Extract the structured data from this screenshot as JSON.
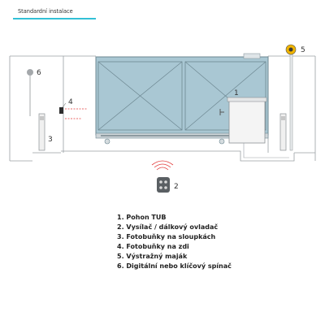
{
  "header": {
    "title": "Standardní instalace"
  },
  "callouts": [
    "1",
    "2",
    "3",
    "4",
    "5",
    "6"
  ],
  "legend": [
    "1.  Pohon TUB",
    "2.  Vysílač / dálkový ovladač",
    "3.  Fotobuňky na sloupkách",
    "4.  Fotobuňky na zdi",
    "5.  Výstražný maják",
    "6.  Digitální nebo klíčový spínač"
  ],
  "colors": {
    "accent_rule": "#33c0d6",
    "gate_fill": "#a9c7d3",
    "gate_stroke": "#6d8791",
    "wall": "#9aa0a4",
    "beacon_lens": "#f0b400",
    "beam": "#e23b3b"
  },
  "icons": [
    "motor-unit-icon",
    "remote-control-icon",
    "signal-waves-icon",
    "photocell-post-icon",
    "photocell-wall-icon",
    "warning-lamp-icon",
    "key-switch-icon"
  ]
}
